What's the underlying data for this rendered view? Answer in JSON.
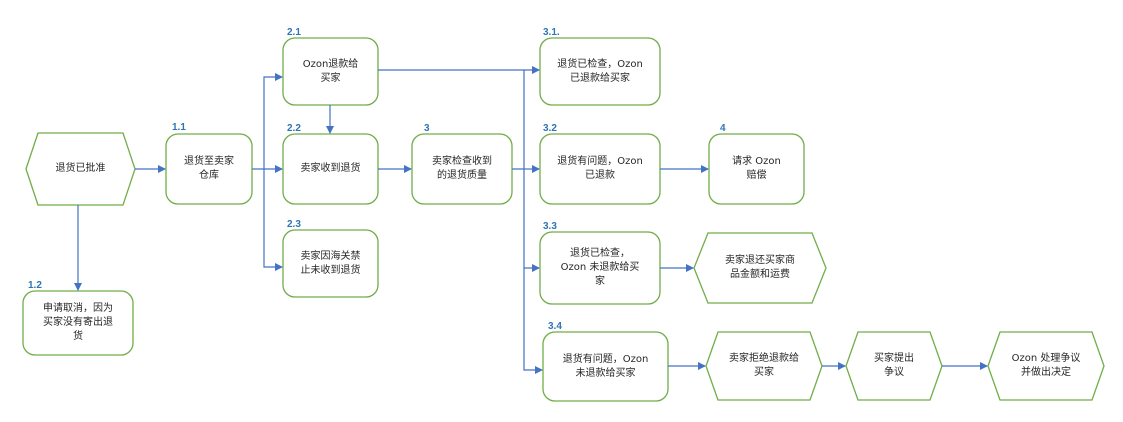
{
  "nodes": {
    "n0": {
      "label": "退货已批准"
    },
    "n11": {
      "number": "1.1",
      "label": "退货至卖家\n仓库"
    },
    "n12": {
      "number": "1.2",
      "label": "申请取消，因为\n买家没有寄出退\n货"
    },
    "n21": {
      "number": "2.1",
      "label": "Ozon退款给\n买家"
    },
    "n22": {
      "number": "2.2",
      "label": "卖家收到退货"
    },
    "n23": {
      "number": "2.3",
      "label": "卖家因海关禁\n止未收到退货"
    },
    "n3": {
      "number": "3",
      "label": "卖家检查收到\n的退货质量"
    },
    "n31": {
      "number": "3.1.",
      "label": "退货已检查，Ozon\n已退款给买家"
    },
    "n32": {
      "number": "3.2",
      "label": "退货有问题，Ozon\n已退款"
    },
    "n4": {
      "number": "4",
      "label": "请求 Ozon\n赔偿"
    },
    "n33": {
      "number": "3.3",
      "label": "退货已检查，\nOzon 未退款给买\n家"
    },
    "n33r": {
      "label": "卖家退还买家商\n品金额和运费"
    },
    "n34": {
      "number": "3.4",
      "label": "退货有问题，Ozon\n未退款给买家"
    },
    "n34a": {
      "label": "卖家拒绝退款给\n买家"
    },
    "n34b": {
      "label": "买家提出\n争议"
    },
    "n34c": {
      "label": "Ozon 处理争议\n并做出决定"
    }
  },
  "colors": {
    "node_stroke": "#70AD47",
    "connector": "#4472C4",
    "number_text": "#2E75B6"
  }
}
